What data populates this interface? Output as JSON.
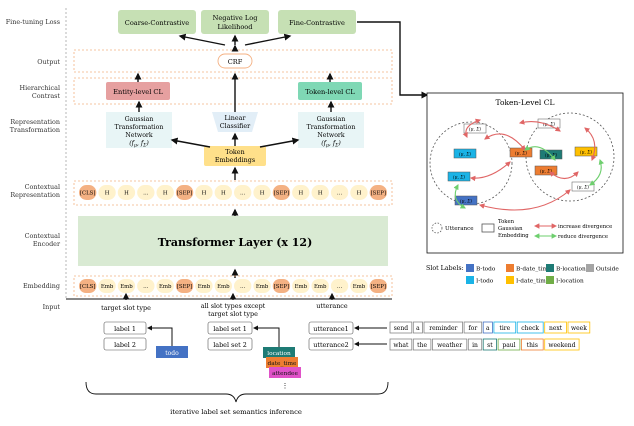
{
  "row_labels": {
    "loss": "Fine-tuning Loss",
    "output": "Output",
    "hier1": "Hierarchical",
    "hier2": "Contrast",
    "rep1": "Representation",
    "rep2": "Transformation",
    "ctx_rep1": "Contextual",
    "ctx_rep2": "Representation",
    "ctx_enc1": "Contextual",
    "ctx_enc2": "Encoder",
    "embedding": "Embedding",
    "input": "Input"
  },
  "losses": {
    "coarse": "Coarse-Contrastive",
    "nll1": "Negative Log",
    "nll2": "Likelihood",
    "fine": "Fine-Contrastive"
  },
  "crf": "CRF",
  "entity_cl": "Entity-level CL",
  "token_cl": "Token-level CL",
  "gauss": [
    "Gaussian",
    "Transformation",
    "Network",
    "(f",
    "μ",
    ", f",
    "Σ",
    ")"
  ],
  "linear": [
    "Linear",
    "Classifier"
  ],
  "token_emb": [
    "Token",
    "Embeddings"
  ],
  "transformer": "Transformer Layer (x 12)",
  "ctx_tokens": [
    "[CLS]",
    "H",
    "H",
    "…",
    "H",
    "[SEP]",
    "H",
    "H",
    "…",
    "H",
    "[SEP]",
    "H",
    "H",
    "…",
    "H",
    "[SEP]"
  ],
  "emb_tokens": [
    "[CLS]",
    "Emb",
    "Emb",
    "…",
    "Emb",
    "[SEP]",
    "Emb",
    "Emb",
    "…",
    "Emb",
    "[SEP]",
    "Emb",
    "Emb",
    "…",
    "Emb",
    "[SEP]"
  ],
  "input_cols": {
    "c1": "target slot type",
    "c2a": "all slot types except",
    "c2b": "target slot type",
    "c3": "utterance"
  },
  "label_boxes": [
    "label 1",
    "label 2"
  ],
  "label_set_boxes": [
    "label set 1",
    "label set 2"
  ],
  "utterance_boxes": [
    "utterance1",
    "utterance2"
  ],
  "todo_tag": "todo",
  "stack_tags": [
    "location",
    "date_time",
    "attendee"
  ],
  "stack_more": "⋮",
  "utterance1_words": [
    "send",
    "a",
    "reminder",
    "for",
    "a",
    "tire",
    "check",
    "next",
    "week"
  ],
  "utterance2_words": [
    "what",
    "the",
    "weather",
    "in",
    "st",
    "paul",
    "this",
    "weekend"
  ],
  "bottom_caption": "iterative label set semantics inference",
  "panel": {
    "title": "Token-Level  CL",
    "nodes": [
      "(μ",
      ", Σ",
      ")"
    ],
    "legend_utt": "Utterance",
    "legend_tg1": "Token",
    "legend_tg2": "Gaussian",
    "legend_tg3": "Embedding",
    "legend_inc": "increase divergence",
    "legend_red": "reduce divergence"
  },
  "slot_labels": {
    "title": "Slot Labels:",
    "items": [
      {
        "text": "B-todo",
        "color": "#4472c4"
      },
      {
        "text": "B-date_time",
        "color": "#ed7d31"
      },
      {
        "text": "B-location",
        "color": "#1e7b75"
      },
      {
        "text": "Outside",
        "color": "#a5a5a5"
      },
      {
        "text": "I-todo",
        "color": "#1ab3e6"
      },
      {
        "text": "I-date_time",
        "color": "#ffc000"
      },
      {
        "text": "I-location",
        "color": "#70ad47"
      }
    ]
  },
  "colors": {
    "loss_fill": "#c6e0b4",
    "transformer_fill": "#d9ead3",
    "entity_fill": "#e6a0a0",
    "token_cl_fill": "#7fd8b5",
    "gauss_fill": "#e8f5f6",
    "linear_fill": "#e2eef7",
    "token_emb_fill": "#ffe08a",
    "orange_token": "#f4b183",
    "yellow_token": "#fff2cc",
    "red_arrow": "#e06666",
    "green_arrow": "#6ecf6e"
  }
}
